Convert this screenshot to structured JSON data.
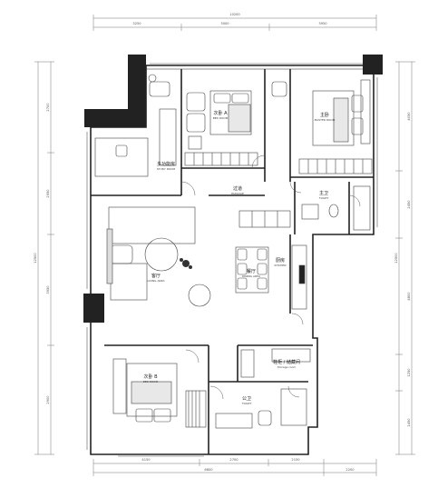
{
  "dimensions": {
    "top_total": "10200",
    "top_segments": [
      "3250",
      "3000",
      "3950"
    ],
    "bottom_segments": [
      "4150",
      "2700",
      "2150"
    ],
    "bottom_total_left": "6800",
    "bottom_total_right": "2200",
    "left_total": "12500",
    "left_segments": [
      "2700",
      "2950",
      "3950",
      "2900"
    ],
    "right_segments": [
      "4050",
      "2450",
      "4800",
      "1250",
      "1450"
    ],
    "right_total": "12500"
  },
  "rooms": {
    "second_bedroom_a": {
      "zh": "次卧 A",
      "en": "BED ROOM"
    },
    "master_bedroom": {
      "zh": "主卧",
      "en": "MASTER ROOM"
    },
    "study": {
      "zh": "多功能房",
      "en": "STUDY ROOM"
    },
    "passage": {
      "zh": "过道",
      "en": "PASSAGE"
    },
    "toilet_upper": {
      "zh": "主卫",
      "en": "TOILET"
    },
    "living": {
      "zh": "客厅",
      "en": "LIVING AREA"
    },
    "dining": {
      "zh": "餐厅",
      "en": "DINING AREA"
    },
    "kitchen": {
      "zh": "厨房",
      "en": "KITCHEN"
    },
    "storage": {
      "zh": "鞋柜 / 储藏间",
      "en": "Storage room"
    },
    "second_bedroom_b": {
      "zh": "次卧 B",
      "en": "BED ROOM"
    },
    "toilet_lower": {
      "zh": "公卫",
      "en": "TOILET"
    }
  }
}
